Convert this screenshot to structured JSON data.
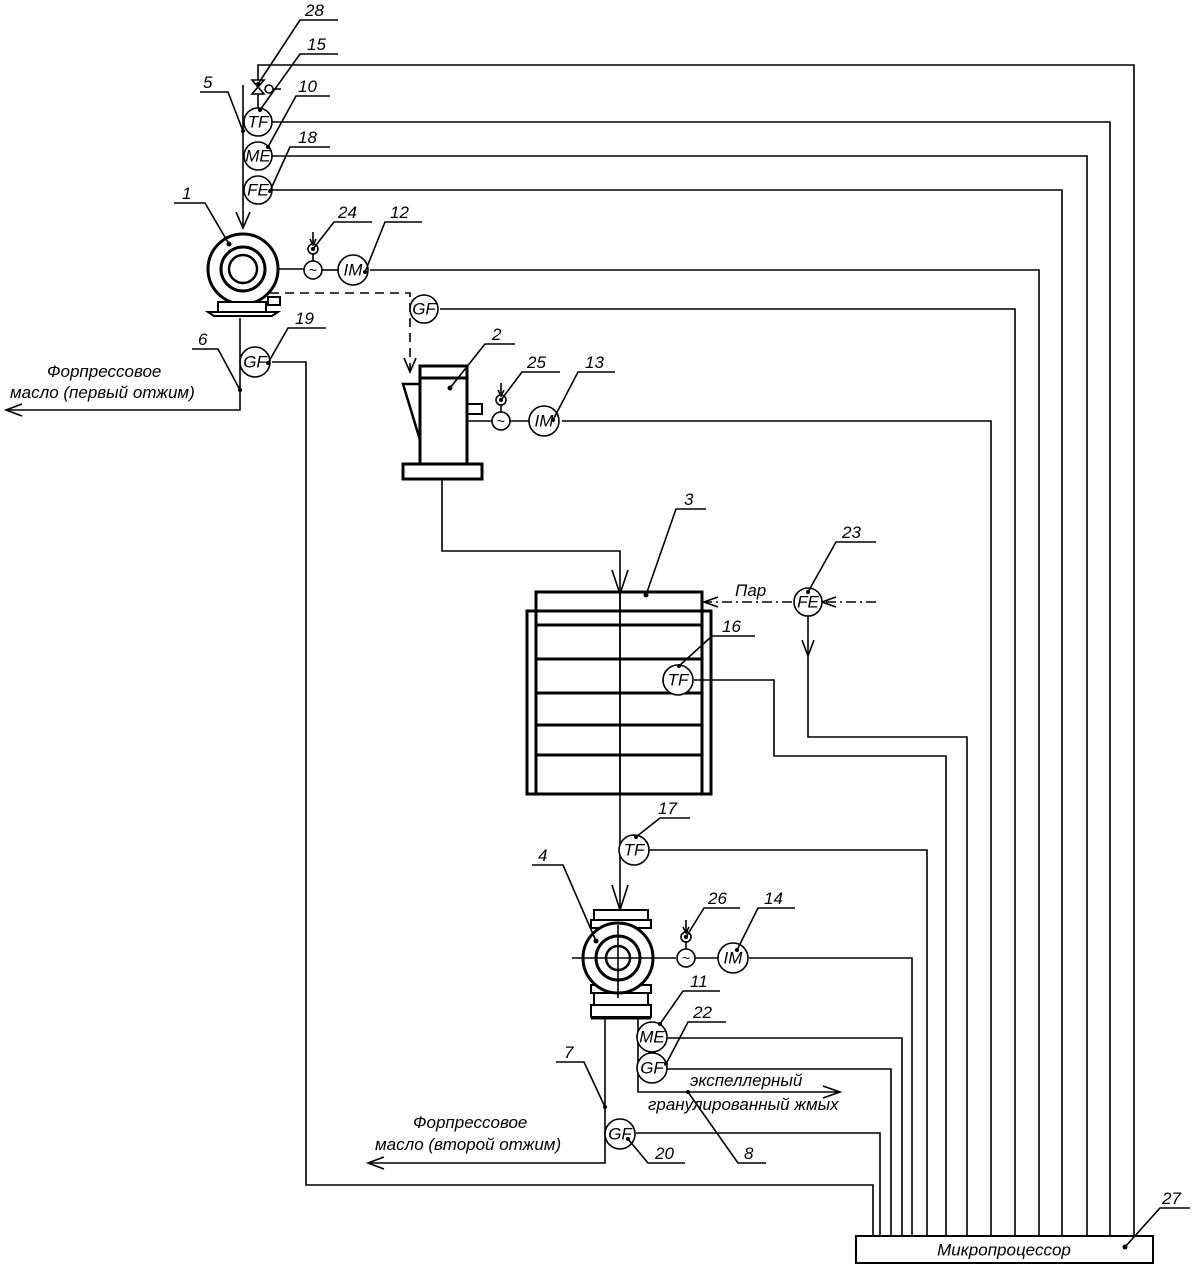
{
  "diagram": {
    "title": "",
    "equipment": [
      {
        "id": "1",
        "role": "pre-press (first squeeze)"
      },
      {
        "id": "2",
        "role": "crusher"
      },
      {
        "id": "3",
        "role": "conditioner / brazier"
      },
      {
        "id": "4",
        "role": "expeller press (second squeeze)"
      }
    ],
    "flows": {
      "f5": "5",
      "f6": "6",
      "f7": "7",
      "f8": "8"
    },
    "instruments": {
      "i10": {
        "num": "10",
        "code": "ME"
      },
      "i11": {
        "num": "11",
        "code": "ME"
      },
      "i12": {
        "num": "12",
        "code": "IM"
      },
      "i13": {
        "num": "13",
        "code": "IM"
      },
      "i14": {
        "num": "14",
        "code": "IM"
      },
      "i15": {
        "num": "15",
        "code": "TF"
      },
      "i16": {
        "num": "16",
        "code": "TF"
      },
      "i17": {
        "num": "17",
        "code": "TF"
      },
      "i18": {
        "num": "18",
        "code": "FE"
      },
      "i19": {
        "num": "19",
        "code": "GF"
      },
      "i20": {
        "num": "20",
        "code": "GF"
      },
      "i21": {
        "num": "",
        "code": "GF"
      },
      "i22": {
        "num": "22",
        "code": "GF"
      },
      "i23": {
        "num": "23",
        "code": "FE"
      },
      "i24": {
        "num": "24",
        "code": "~"
      },
      "i25": {
        "num": "25",
        "code": "~"
      },
      "i26": {
        "num": "26",
        "code": "~"
      },
      "i27": {
        "num": "27"
      },
      "i28": {
        "num": "28"
      }
    },
    "labels": {
      "eq1": "1",
      "eq2": "2",
      "eq3": "3",
      "eq4": "4",
      "oil1_line1": "Форпрессовое",
      "oil1_line2": "масло (первый отжим)",
      "oil2_line1": "Форпрессовое",
      "oil2_line2": "масло (второй отжим)",
      "cake_line1": "экспеллерный",
      "cake_line2": "гранулированный жмых",
      "steam": "Пар",
      "processor": "Микропроцессор"
    }
  }
}
